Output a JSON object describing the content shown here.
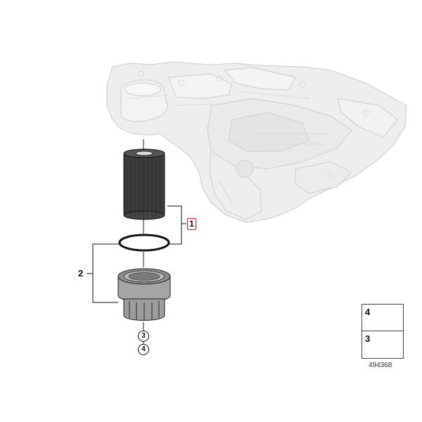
{
  "callouts": {
    "part_1": "1",
    "part_2": "2",
    "part_3": "3",
    "part_4": "4"
  },
  "legend": {
    "row_top_number": "4",
    "row_bottom_number": "3"
  },
  "diagram_ref": "494368",
  "colors": {
    "ghost_part": "#ececec",
    "ghost_line": "#d6d6d6",
    "filter_element": "#3a3a3a",
    "cap": "#9a9a9a",
    "highlight_box": "#d42020"
  }
}
